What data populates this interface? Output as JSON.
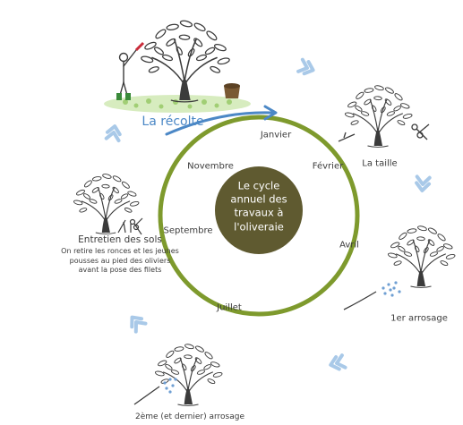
{
  "cycle": {
    "center_title_lines": [
      "Le cycle",
      "annuel des",
      "travaux à",
      "l'oliveraie"
    ],
    "months": {
      "janvier": "Janvier",
      "fevrier": "Février",
      "avril": "Avril",
      "juillet": "Juillet",
      "septembre": "Septembre",
      "novembre": "Novembre"
    },
    "tasks": {
      "harvest": "La récolte",
      "pruning": "La taille",
      "first_watering": "1er arrosage",
      "second_watering": "2ème (et dernier) arrosage",
      "soil_title": "Entretien des sols",
      "soil_description": "On retire les ronces et les jeunes pousses au pied des oliviers avant la pose des filets"
    }
  },
  "colors": {
    "ring": "#7e9a2d",
    "center_disc": "#5f5a30",
    "arrows": "#a9c9e8",
    "harvest_arrow": "#4c88c6",
    "ink": "#3b3b3b"
  }
}
